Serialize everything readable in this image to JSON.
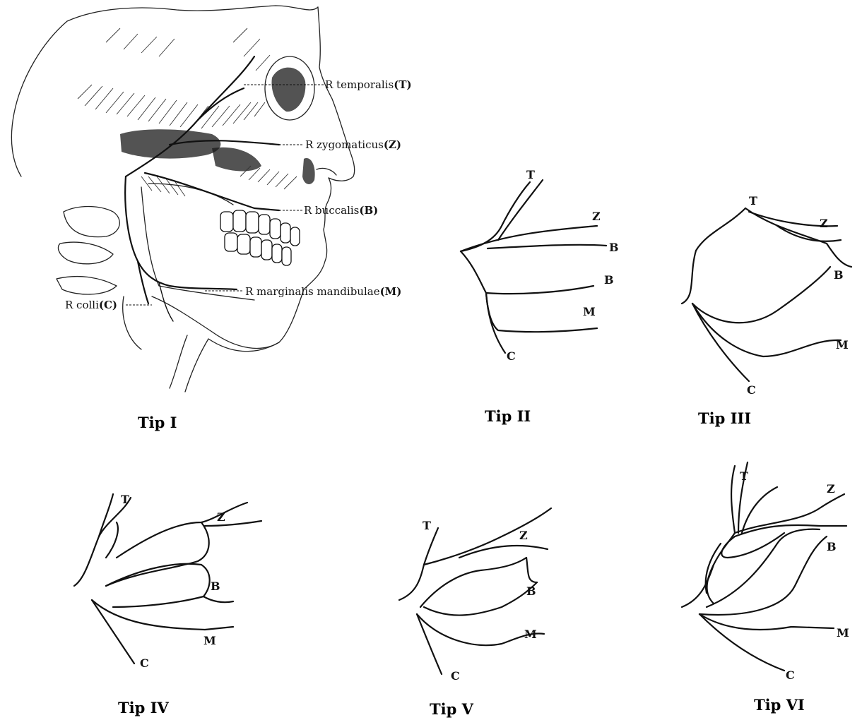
{
  "tip_i": {
    "caption": "Tip I",
    "labels": {
      "temporalis": {
        "text": "R temporalis",
        "code": "(T)"
      },
      "zygomaticus": {
        "text": "R zygomaticus",
        "code": "(Z)"
      },
      "buccalis": {
        "text": "R buccalis",
        "code": "(B)"
      },
      "marginalis": {
        "text": "R marginalis mandibulae",
        "code": "(M)"
      },
      "colli": {
        "text": "R colli",
        "code": "(C)"
      }
    }
  },
  "tip_ii": {
    "caption": "Tip II",
    "labels": [
      "T",
      "Z",
      "B",
      "B",
      "M",
      "C"
    ]
  },
  "tip_iii": {
    "caption": "Tip III",
    "labels": [
      "T",
      "Z",
      "B",
      "M",
      "C"
    ]
  },
  "tip_iv": {
    "caption": "Tip IV",
    "labels": [
      "T",
      "Z",
      "B",
      "M",
      "C"
    ]
  },
  "tip_v": {
    "caption": "Tip V",
    "labels": [
      "T",
      "Z",
      "B",
      "M",
      "C"
    ]
  },
  "tip_vi": {
    "caption": "Tip VI",
    "labels": [
      "T",
      "Z",
      "B",
      "M",
      "C"
    ]
  }
}
